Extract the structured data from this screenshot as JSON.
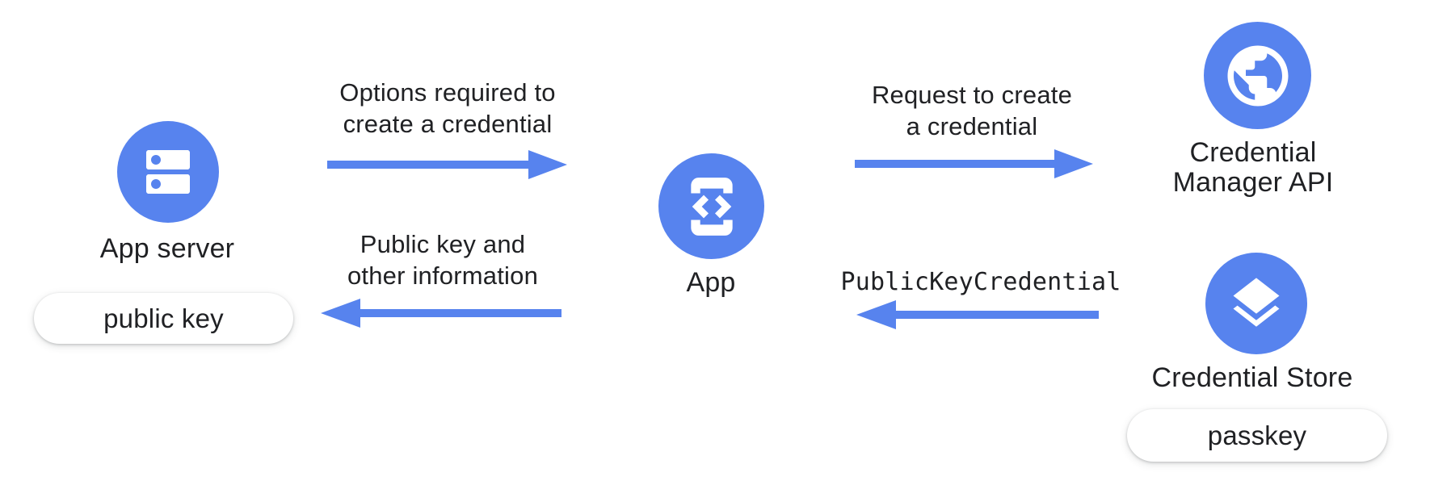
{
  "colors": {
    "accent": "#5783ee",
    "ink": "#202124",
    "pill-bg": "#ffffff"
  },
  "nodes": {
    "app_server": {
      "label": "App server",
      "badge": "public key",
      "icon": "server-icon"
    },
    "app": {
      "label": "App",
      "icon": "phone-code-icon"
    },
    "credential_manager_api": {
      "label_line1": "Credential",
      "label_line2": "Manager API",
      "icon": "globe-icon"
    },
    "credential_store": {
      "label": "Credential Store",
      "badge": "passkey",
      "icon": "layers-icon"
    }
  },
  "flows": {
    "options": {
      "line1": "Options required to",
      "line2": "create a credential",
      "direction": "right"
    },
    "public_key_info": {
      "line1": "Public key and",
      "line2": "other information",
      "direction": "left"
    },
    "request_create": {
      "line1": "Request to create",
      "line2": "a credential",
      "direction": "right"
    },
    "public_key_credential": {
      "label": "PublicKeyCredential",
      "direction": "left"
    }
  }
}
